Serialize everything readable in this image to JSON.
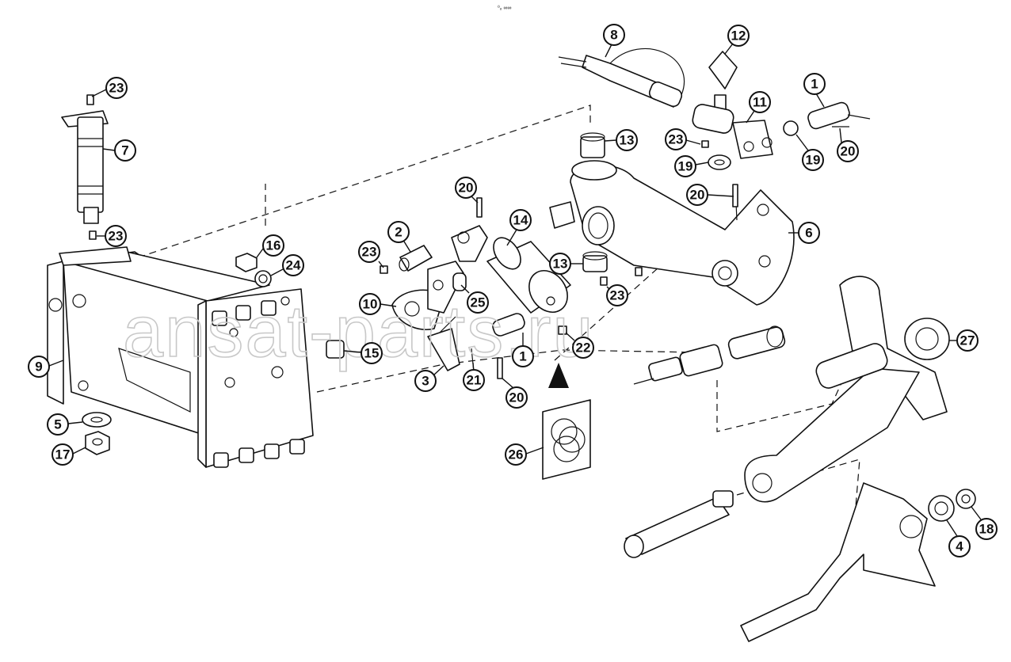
{
  "figure_ref": "⁰ₒ ∞∞",
  "watermark": "ansat-parts.ru",
  "callouts": [
    "1",
    "1",
    "2",
    "3",
    "4",
    "5",
    "6",
    "7",
    "8",
    "9",
    "10",
    "11",
    "12",
    "13",
    "13",
    "14",
    "15",
    "16",
    "17",
    "18",
    "19",
    "19",
    "20",
    "20",
    "20",
    "20",
    "21",
    "22",
    "23",
    "23",
    "23",
    "23",
    "23",
    "24",
    "25",
    "26",
    "27"
  ],
  "colors": {
    "line": "#111111",
    "watermark": "#c8c8c8",
    "background": "#ffffff"
  }
}
